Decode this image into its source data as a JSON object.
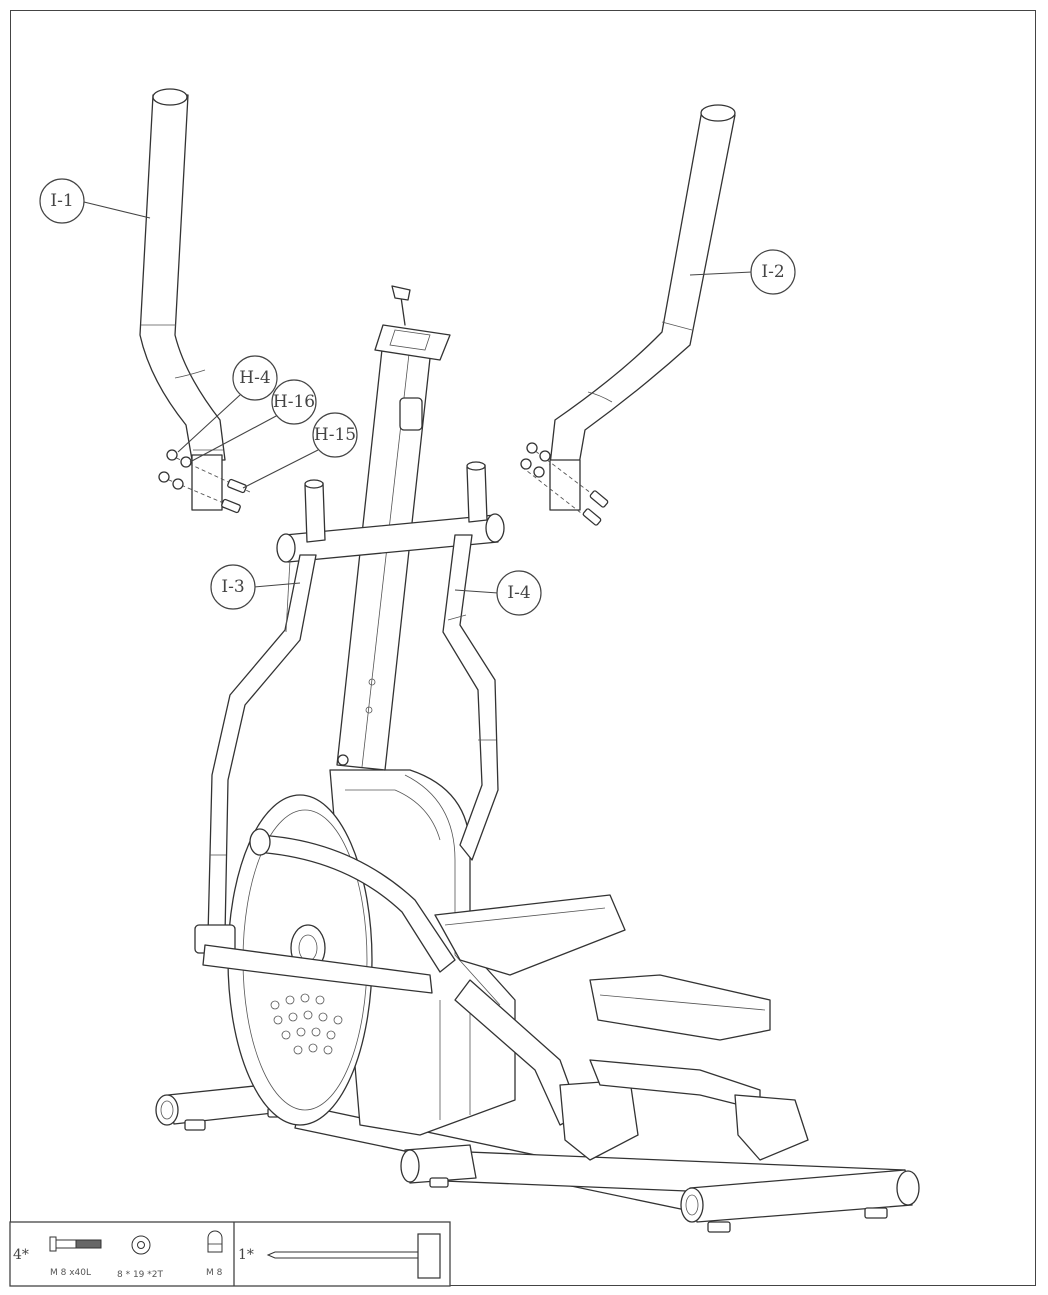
{
  "callouts": {
    "i1": "I-1",
    "i2": "I-2",
    "i3": "I-3",
    "i4": "I-4",
    "h4": "H-4",
    "h16": "H-16",
    "h15": "H-15"
  },
  "hardware_box": {
    "left": {
      "quantity": "4*",
      "bolt_label": "M 8 x40L",
      "washer_label": "8 * 19 *2T",
      "nut_label": "M 8"
    },
    "right": {
      "quantity": "1*"
    }
  }
}
